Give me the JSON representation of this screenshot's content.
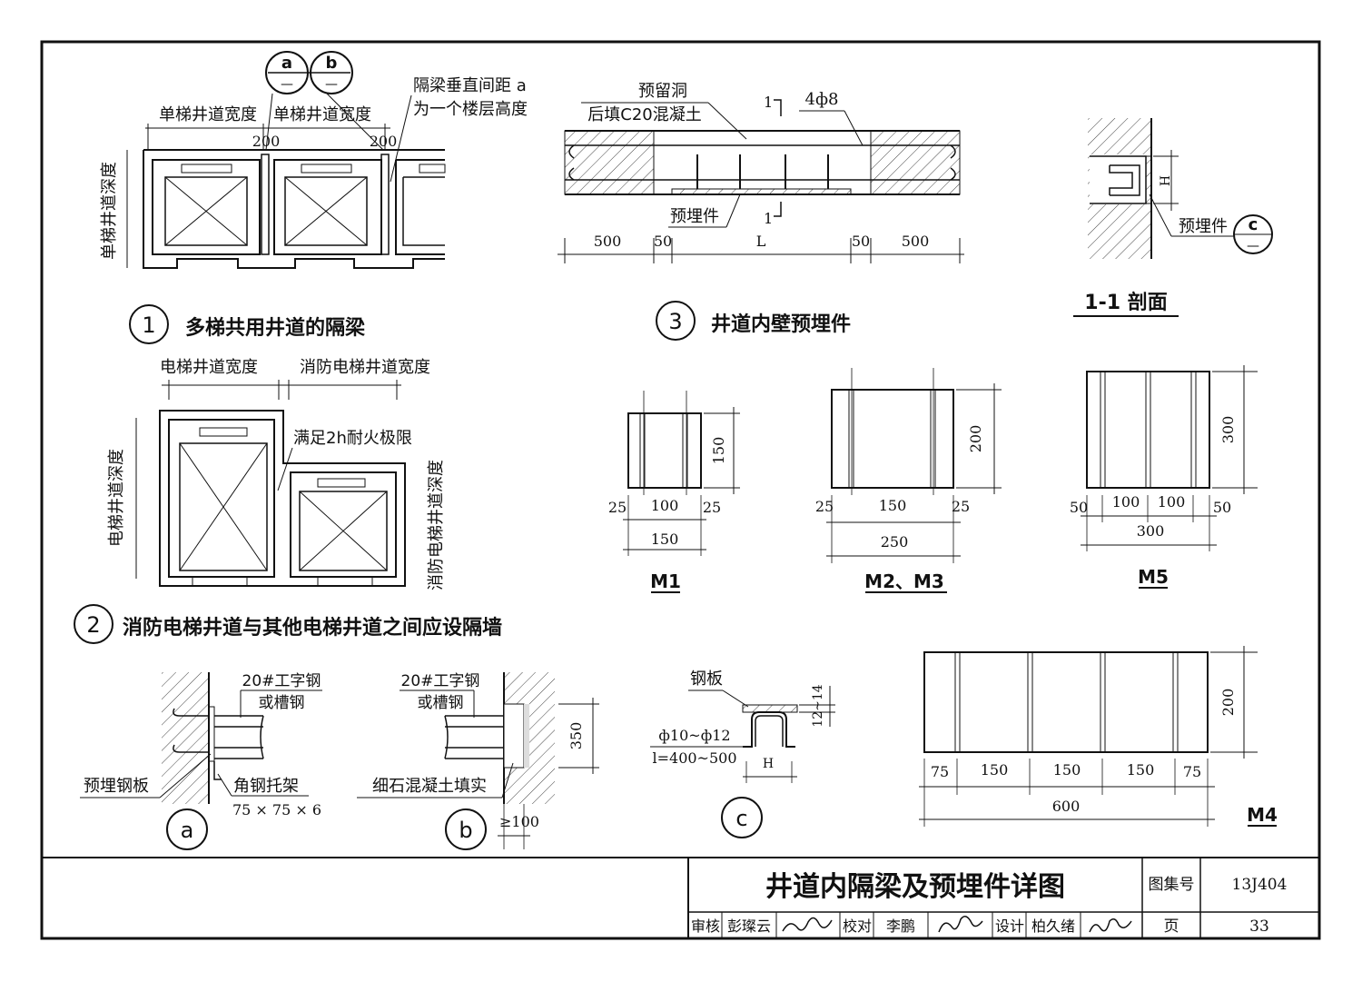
{
  "sheet": {
    "title": "井道内隔梁及预埋件详图",
    "atlas_label": "图集号",
    "atlas_no": "13J404",
    "page_label": "页",
    "page_no": "33",
    "review_label": "审核",
    "reviewer": "彭璨云",
    "check_label": "校对",
    "checker": "李鹏",
    "design_label": "设计",
    "designer": "柏久绪"
  },
  "d1": {
    "num": "1",
    "title": "多梯共用井道的隔梁",
    "tag_a": "a",
    "tag_b": "b",
    "tag_dash": "—",
    "width1": "单梯井道宽度",
    "width2": "单梯井道宽度",
    "depth": "单梯井道深度",
    "dim200a": "200",
    "dim200b": "200",
    "note1": "隔梁垂直间距 a",
    "note2": "为一个楼层高度"
  },
  "d2": {
    "num": "2",
    "title": "消防电梯井道与其他电梯井道之间应设隔墙",
    "width1": "电梯井道宽度",
    "width2": "消防电梯井道宽度",
    "depth1": "电梯井道深度",
    "depth2": "消防电梯井道深度",
    "note": "满足2h耐火极限"
  },
  "d3": {
    "num": "3",
    "title": "井道内壁预埋件",
    "hole": "预留洞",
    "fill": "后填C20混凝土",
    "rebar": "4ф8",
    "sec_mark": "1",
    "embed": "预埋件",
    "dims": [
      "500",
      "50",
      "L",
      "50",
      "500"
    ]
  },
  "sec11": {
    "title": "1-1 剖面",
    "h": "H",
    "embed": "预埋件",
    "tag": "c",
    "tag_dash": "—"
  },
  "m1": {
    "name": "M1",
    "h": "150",
    "d1": "25",
    "d2": "100",
    "d3": "25",
    "w": "150"
  },
  "m23": {
    "name": "M2、M3",
    "h": "200",
    "d1": "25",
    "d2": "150",
    "d3": "25",
    "w": "250"
  },
  "m5": {
    "name": "M5",
    "h": "300",
    "d1": "50",
    "d2": "100",
    "d3": "100",
    "d4": "50",
    "w": "300"
  },
  "m4": {
    "name": "M4",
    "h": "200",
    "d1": "75",
    "d2": "150",
    "d3": "150",
    "d4": "150",
    "d5": "75",
    "w": "600"
  },
  "da": {
    "tag": "a",
    "steel1": "20#工字钢",
    "steel2": "或槽钢",
    "plate": "预埋钢板",
    "bracket": "角钢托架",
    "bracket_size": "75 × 75 × 6"
  },
  "db": {
    "tag": "b",
    "steel1": "20#工字钢",
    "steel2": "或槽钢",
    "fill": "细石混凝土填实",
    "dim350": "350",
    "dim100": "≥100"
  },
  "dc": {
    "tag": "c",
    "plate": "钢板",
    "bar": "ф10~ф12",
    "len": "l=400~500",
    "h": "H",
    "thk": "12~14"
  }
}
